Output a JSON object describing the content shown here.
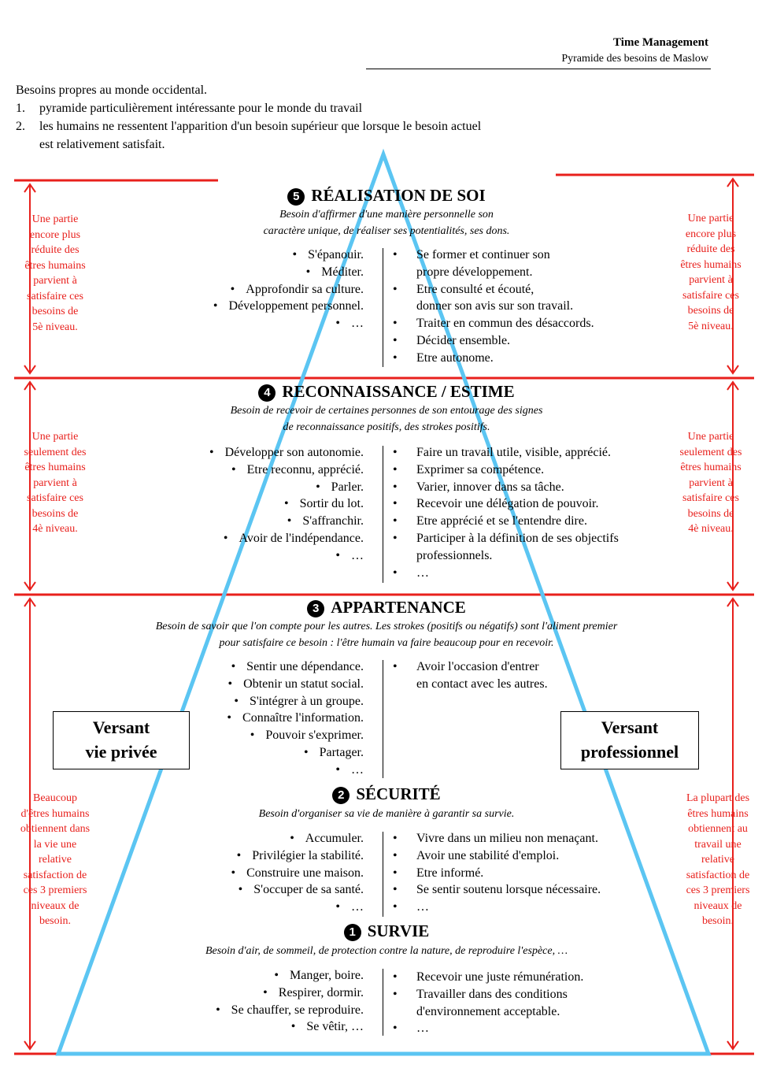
{
  "header": {
    "title": "Time Management",
    "subtitle": "Pyramide des besoins de Maslow"
  },
  "intro": {
    "line": "Besoins propres au monde occidental.",
    "items": [
      {
        "num": "1.",
        "text": "pyramide particulièrement intéressante pour le monde du travail"
      },
      {
        "num": "2.",
        "text": "les humains ne ressentent l'apparition d'un besoin supérieur que lorsque le besoin actuel",
        "cont": "est relativement satisfait."
      }
    ]
  },
  "levels": {
    "l5": {
      "num": "5",
      "title": "RÉALISATION DE SOI",
      "desc": [
        "Besoin d'affirmer d'une manière personnelle son",
        "caractère unique, de réaliser ses potentialités, ses dons."
      ],
      "left": [
        "S'épanouir.",
        "Méditer.",
        "Approfondir sa culture.",
        "Développement personnel.",
        "…"
      ],
      "right": [
        "Se former et continuer son",
        "propre développement.",
        "Etre consulté et écouté,",
        "donner son avis sur son travail.",
        "Traiter en commun des désaccords.",
        "Décider ensemble.",
        "Etre autonome."
      ]
    },
    "l4": {
      "num": "4",
      "title": "RECONNAISSANCE / ESTIME",
      "desc": [
        "Besoin de recevoir de certaines personnes de son entourage des signes",
        "de reconnaissance positifs, des strokes positifs."
      ],
      "left": [
        "Développer son autonomie.",
        "Etre reconnu, apprécié.",
        "Parler.",
        "Sortir du lot.",
        "S'affranchir.",
        "Avoir de l'indépendance.",
        "…"
      ],
      "right": [
        "Faire un travail utile, visible, apprécié.",
        "Exprimer sa compétence.",
        "Varier, innover dans sa tâche.",
        "Recevoir une délégation de pouvoir.",
        "Etre apprécié et se l'entendre dire.",
        "Participer à la définition de ses objectifs",
        "professionnels.",
        "…"
      ]
    },
    "l3": {
      "num": "3",
      "title": "APPARTENANCE",
      "desc": [
        "Besoin de savoir que l'on compte pour les autres. Les strokes (positifs ou négatifs) sont l'aliment premier",
        "pour satisfaire ce besoin : l'être humain va faire beaucoup pour en recevoir."
      ],
      "left": [
        "Sentir une dépendance.",
        "Obtenir un statut social.",
        "S'intégrer à un groupe.",
        "Connaître l'information.",
        "Pouvoir s'exprimer.",
        "Partager.",
        "…"
      ],
      "right": [
        "Avoir l'occasion d'entrer",
        "en contact avec les autres."
      ]
    },
    "l2": {
      "num": "2",
      "title": "SÉCURITÉ",
      "desc": [
        "Besoin d'organiser sa vie de manière à garantir sa survie."
      ],
      "left": [
        "Accumuler.",
        "Privilégier la stabilité.",
        "Construire une maison.",
        "S'occuper de sa santé.",
        "…"
      ],
      "right": [
        "Vivre dans un milieu non menaçant.",
        "Avoir une stabilité d'emploi.",
        "Etre informé.",
        "Se sentir soutenu lorsque nécessaire.",
        "…"
      ]
    },
    "l1": {
      "num": "1",
      "title": "SURVIE",
      "desc": [
        "Besoin d'air, de sommeil, de protection contre la nature, de reproduire l'espèce, …"
      ],
      "left": [
        "Manger, boire.",
        "Respirer, dormir.",
        "Se chauffer, se reproduire.",
        "Se vêtir, …"
      ],
      "right": [
        "Recevoir une juste rémunération.",
        "Travailler dans des conditions",
        "d'environnement acceptable.",
        "…"
      ]
    }
  },
  "sides": {
    "left5": "Une partie\nencore plus\nréduite des\nêtres humains\nparvient à\nsatisfaire ces\nbesoins de\n5è niveau.",
    "right5": "Une partie\nencore plus\nréduite des\nêtres humains\nparvient à\nsatisfaire ces\nbesoins de\n5è niveau.",
    "left4": "Une partie\nseulement des\nêtres humains\nparvient à\nsatisfaire ces\nbesoins de\n4è niveau.",
    "right4": "Une partie\nseulement des\nêtres humains\nparvient à\nsatisfaire ces\nbesoins de\n4è niveau.",
    "leftBottom": "Beaucoup\nd'êtres humains\nobtiennent dans\nla vie une\nrelative\nsatisfaction de\nces 3 premiers\nniveaux de\nbesoin.",
    "rightBottom": "La plupart des\nêtres humains\nobtiennent au\ntravail une\nrelative\nsatisfaction de\nces 3 premiers\nniveaux de\nbesoin."
  },
  "boxes": {
    "left": "Versant\nvie privée",
    "right": "Versant\nprofessionnel"
  },
  "colors": {
    "pyramid": "#5bc5f2",
    "annotation": "#e8201c"
  }
}
